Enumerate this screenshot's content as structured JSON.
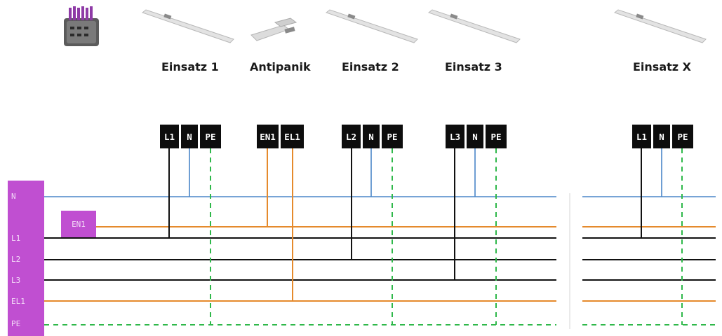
{
  "fixtures": [
    {
      "label": "Einsatz 1"
    },
    {
      "label": "Antipanik"
    },
    {
      "label": "Einsatz 2"
    },
    {
      "label": "Einsatz 3"
    },
    {
      "label": "Einsatz X"
    }
  ],
  "terminals": {
    "einsatz1": [
      "L1",
      "N",
      "PE"
    ],
    "antipanik": [
      "EN1",
      "EL1"
    ],
    "einsatz2": [
      "L2",
      "N",
      "PE"
    ],
    "einsatz3": [
      "L3",
      "N",
      "PE"
    ],
    "einsatzx": [
      "L1",
      "N",
      "PE"
    ]
  },
  "bus": {
    "labels": [
      "N",
      "L1",
      "L2",
      "L3",
      "EL1",
      "PE"
    ],
    "en1_label": "EN1"
  },
  "colors": {
    "panel": "#c04fd1",
    "neutral": "#4a86c8",
    "phase": "#111111",
    "emergency": "#e58a2c",
    "earth": "#2fb84a",
    "terminal_bg": "#0d0d0d"
  },
  "icons": {
    "emergency_unit": "battery-module-icon",
    "lamp": "linear-luminaire-icon",
    "antipanic": "antipanic-luminaire-icon"
  }
}
